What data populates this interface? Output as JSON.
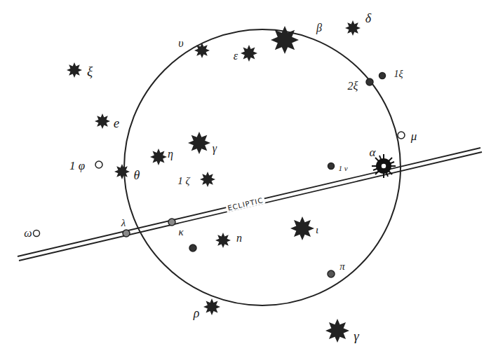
{
  "diagram": {
    "labels": [
      "ξ",
      "e",
      "1 φ",
      "θ",
      "η",
      "γ",
      "1 ζ",
      "υ",
      "ε",
      "β",
      "δ",
      "2ξ",
      "1ξ",
      "μ",
      "α",
      "1 ν",
      "ECLIPTIC",
      "ω",
      "λ",
      "κ",
      "n",
      "ι",
      "π",
      "ρ",
      "γ"
    ]
  }
}
